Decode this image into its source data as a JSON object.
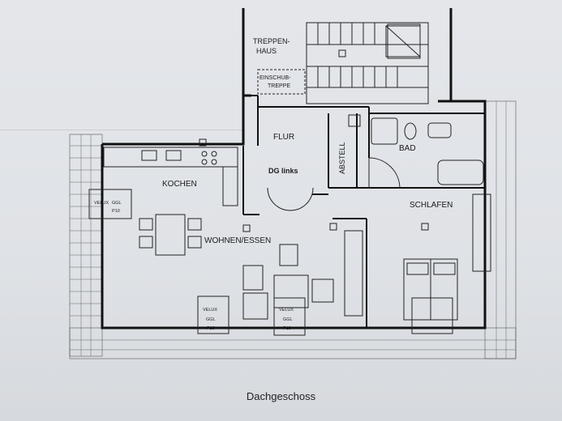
{
  "caption": "Dachgeschoss",
  "unit_label": "DG links",
  "rooms": {
    "treppenhaus_1": "TREPPEN-",
    "treppenhaus_2": "HAUS",
    "einschub_1": "EINSCHUB-",
    "einschub_2": "TREPPE",
    "flur": "FLUR",
    "abstell": "ABSTELL",
    "bad": "BAD",
    "kochen": "KOCHEN",
    "wohnen": "WOHNEN/ESSEN",
    "schlafen": "SCHLAFEN"
  },
  "windows": {
    "velux": "VELUX",
    "ggl": "GGL",
    "p10": "P10"
  }
}
